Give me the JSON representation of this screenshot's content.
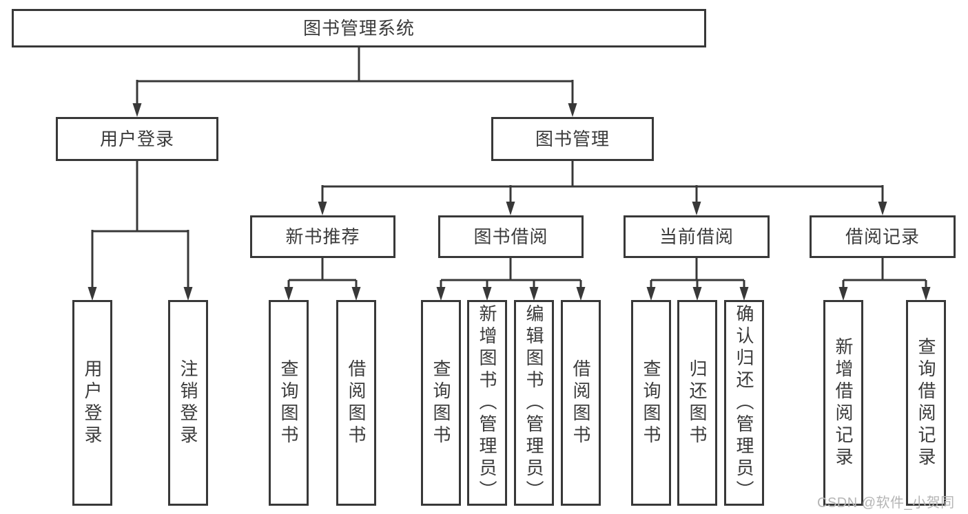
{
  "diagram": {
    "root": {
      "label": "图书管理系统",
      "children": [
        {
          "label": "用户登录",
          "children": [
            {
              "label": "用户登录"
            },
            {
              "label": "注销登录"
            }
          ]
        },
        {
          "label": "图书管理",
          "children": [
            {
              "label": "新书推荐",
              "children": [
                {
                  "label": "查询图书"
                },
                {
                  "label": "借阅图书"
                }
              ]
            },
            {
              "label": "图书借阅",
              "children": [
                {
                  "label": "查询图书"
                },
                {
                  "label": "新增图书（管理员）"
                },
                {
                  "label": "编辑图书（管理员）"
                },
                {
                  "label": "借阅图书"
                }
              ]
            },
            {
              "label": "当前借阅",
              "children": [
                {
                  "label": "查询图书"
                },
                {
                  "label": "归还图书"
                },
                {
                  "label": "确认归还（管理员）"
                }
              ]
            },
            {
              "label": "借阅记录",
              "children": [
                {
                  "label": "新增借阅记录"
                },
                {
                  "label": "查询借阅记录"
                }
              ]
            }
          ]
        }
      ]
    }
  },
  "watermark": {
    "text": "CSDN @软件_小贺同学"
  },
  "colors": {
    "line": "#383838",
    "text": "#3b3b3b",
    "background": "#ffffff",
    "watermark": "#b5b5b5"
  }
}
